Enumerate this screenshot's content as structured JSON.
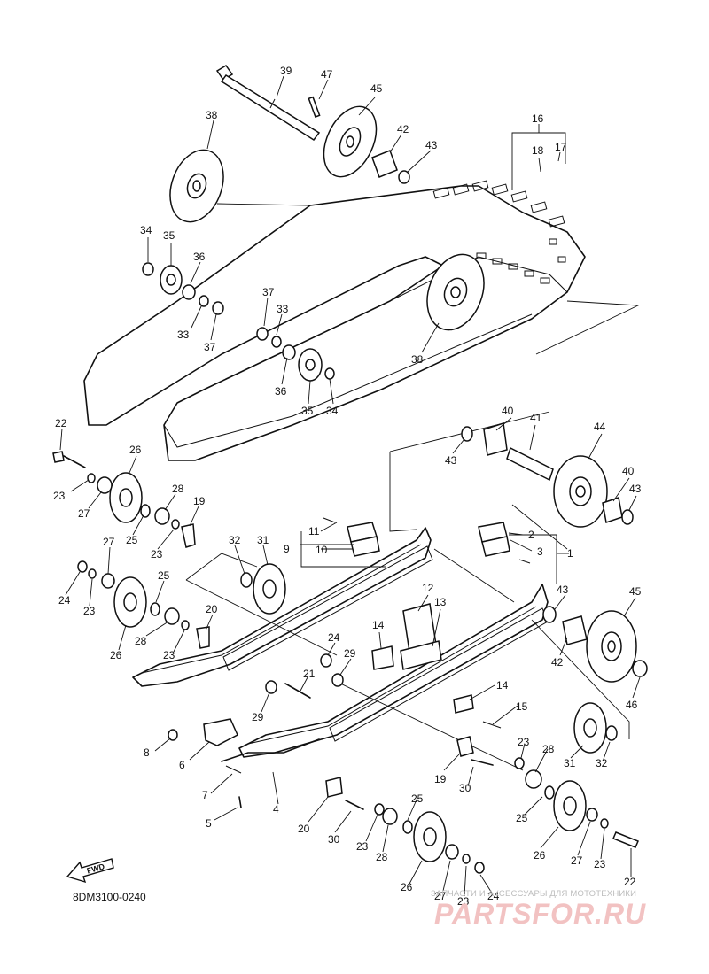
{
  "diagram": {
    "code": "8DM3100-0240",
    "fwd_label": "FWD",
    "callouts": [
      "1",
      "2",
      "3",
      "4",
      "5",
      "6",
      "7",
      "8",
      "9",
      "10",
      "11",
      "12",
      "13",
      "14",
      "15",
      "16",
      "17",
      "18",
      "19",
      "20",
      "21",
      "22",
      "23",
      "24",
      "25",
      "26",
      "27",
      "28",
      "29",
      "30",
      "31",
      "32",
      "33",
      "34",
      "35",
      "36",
      "37",
      "38",
      "39",
      "40",
      "41",
      "42",
      "43",
      "44",
      "45",
      "46",
      "47"
    ]
  },
  "watermark": {
    "caption": "ЗАПЧАСТИ И АКСЕССУАРЫ ДЛЯ МОТОТЕХНИКИ",
    "logo": "PARTSFOR.RU",
    "color": "#f2c2c2"
  },
  "colors": {
    "ink": "#111111",
    "paper": "#ffffff"
  }
}
